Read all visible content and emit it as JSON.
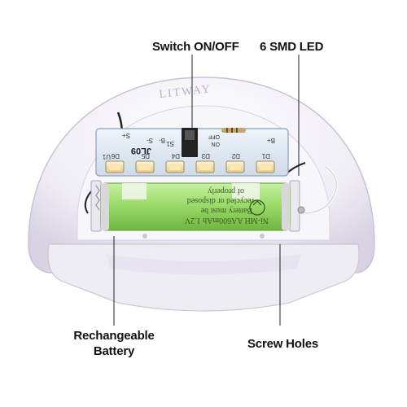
{
  "callouts": {
    "switch": "Switch ON/OFF",
    "led": "6 SMD LED",
    "battery_line1": "Rechangeable",
    "battery_line2": "Battery",
    "screw": "Screw Holes"
  },
  "device": {
    "brand_text": "LITWAY",
    "board_model": "JL09",
    "board_labels": {
      "s_plus": "S+",
      "b_minus": "B-",
      "s_minus": "S-",
      "b_plus": "B+",
      "off": "OFF",
      "on": "ON",
      "u1": "U1",
      "s1": "S1"
    },
    "led_labels": [
      "D6",
      "D5",
      "D4",
      "D3",
      "D2",
      "D1"
    ],
    "battery_text_1": "Battery must be",
    "battery_text_2": "recycled or disposed",
    "battery_text_3": "of properly",
    "battery_text_4": "Ni-MH AA600mAh 1.2V"
  },
  "colors": {
    "housing": "#f1eef6",
    "housing_edge": "#c9c1d6",
    "pcb": "#dde8f2",
    "battery": "#9bd96b",
    "callout_line": "#222222"
  }
}
